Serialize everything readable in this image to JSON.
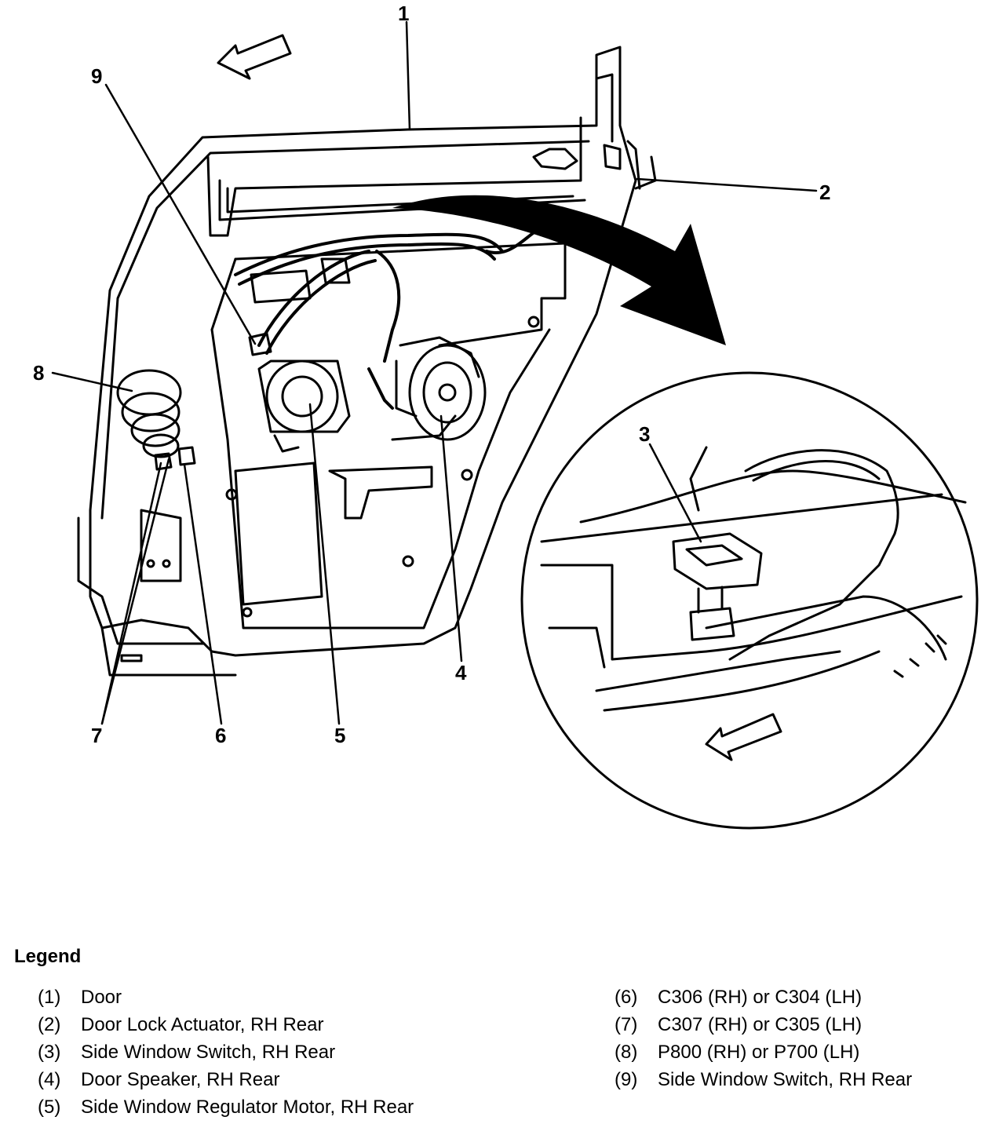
{
  "callouts": [
    "1",
    "2",
    "3",
    "4",
    "5",
    "6",
    "7",
    "8",
    "9"
  ],
  "legend": {
    "title": "Legend",
    "left": [
      {
        "num": "(1)",
        "text": "Door"
      },
      {
        "num": "(2)",
        "text": "Door Lock Actuator, RH Rear"
      },
      {
        "num": "(3)",
        "text": "Side Window Switch, RH Rear"
      },
      {
        "num": "(4)",
        "text": "Door Speaker, RH Rear"
      },
      {
        "num": "(5)",
        "text": "Side Window Regulator Motor, RH Rear"
      }
    ],
    "right": [
      {
        "num": "(6)",
        "text": "C306 (RH) or C304 (LH)"
      },
      {
        "num": "(7)",
        "text": "C307 (RH) or C305 (LH)"
      },
      {
        "num": "(8)",
        "text": "P800 (RH) or P700 (LH)"
      },
      {
        "num": "(9)",
        "text": "Side Window Switch, RH Rear"
      }
    ]
  }
}
